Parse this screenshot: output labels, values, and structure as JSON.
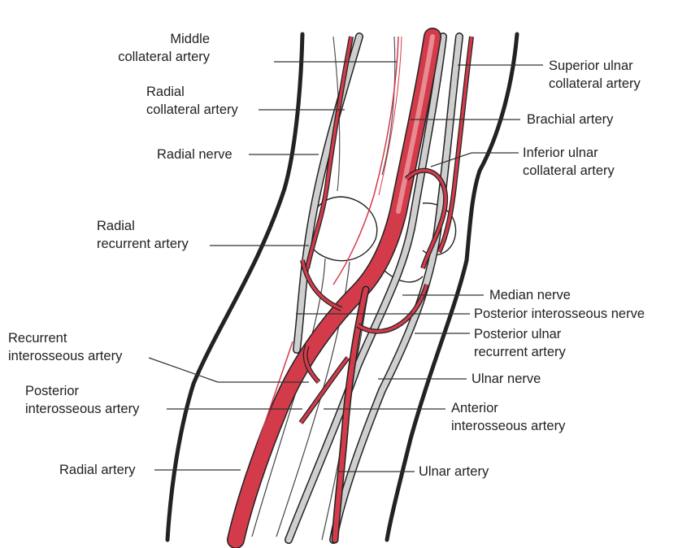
{
  "labels": {
    "middle_collateral_artery": [
      "Middle",
      "collateral artery"
    ],
    "radial_collateral_artery": [
      "Radial",
      "collateral artery"
    ],
    "radial_nerve": [
      "Radial nerve"
    ],
    "radial_recurrent_artery": [
      "Radial",
      "recurrent artery"
    ],
    "recurrent_interosseous_artery": [
      "Recurrent",
      "interosseous artery"
    ],
    "posterior_interosseous_artery": [
      "Posterior",
      "interosseous artery"
    ],
    "radial_artery": [
      "Radial artery"
    ],
    "superior_ulnar_collateral_artery": [
      "Superior ulnar",
      "collateral artery"
    ],
    "brachial_artery": [
      "Brachial artery"
    ],
    "inferior_ulnar_collateral_artery": [
      "Inferior ulnar",
      "collateral artery"
    ],
    "median_nerve": [
      "Median nerve"
    ],
    "posterior_interosseous_nerve": [
      "Posterior interosseous nerve"
    ],
    "posterior_ulnar_recurrent_artery": [
      "Posterior ulnar",
      "recurrent artery"
    ],
    "ulnar_nerve": [
      "Ulnar nerve"
    ],
    "anterior_interosseous_artery": [
      "Anterior",
      "interosseous artery"
    ],
    "ulnar_artery": [
      "Ulnar artery"
    ]
  },
  "colors": {
    "artery": "#d33a4a",
    "artery_light": "#e98a92",
    "nerve_fill": "#cfcfcf",
    "outline": "#222222",
    "leader": "#333333"
  }
}
